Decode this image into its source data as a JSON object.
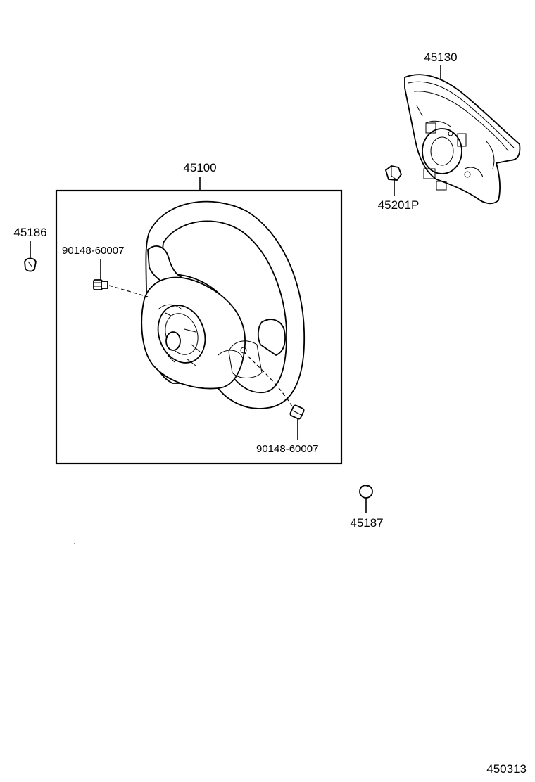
{
  "labels": {
    "steering_wheel": "45100",
    "airbag_pad": "45130",
    "airbag_nut": "45201P",
    "cap_left": "45186",
    "cap_right": "45187",
    "bolt_upper": "90148-60007",
    "bolt_lower": "90148-60007",
    "diagram_code": "450313"
  }
}
